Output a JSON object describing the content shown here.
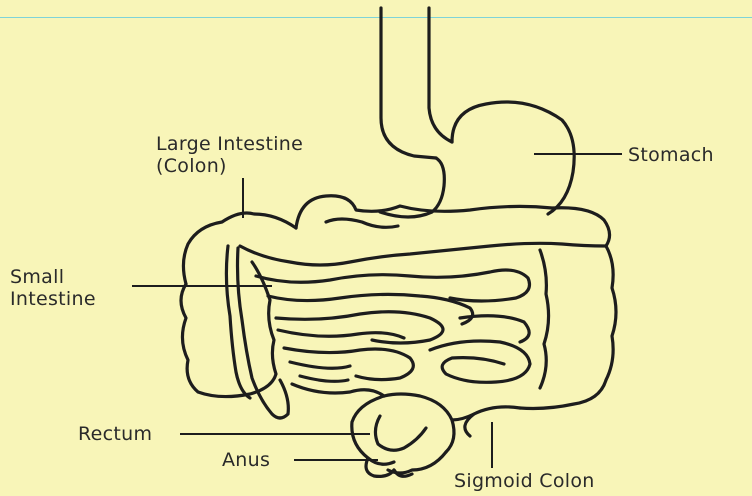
{
  "diagram": {
    "labels": {
      "large_intestine_line1": "Large Intestine",
      "large_intestine_line2": "(Colon)",
      "stomach": "Stomach",
      "small_intestine_line1": "Small",
      "small_intestine_line2": "Intestine",
      "rectum": "Rectum",
      "anus": "Anus",
      "sigmoid_colon": "Sigmoid Colon"
    },
    "colors": {
      "background": "#f8f5b8",
      "ink": "#1d1d1d",
      "top_rule": "#7fd3d8"
    }
  }
}
